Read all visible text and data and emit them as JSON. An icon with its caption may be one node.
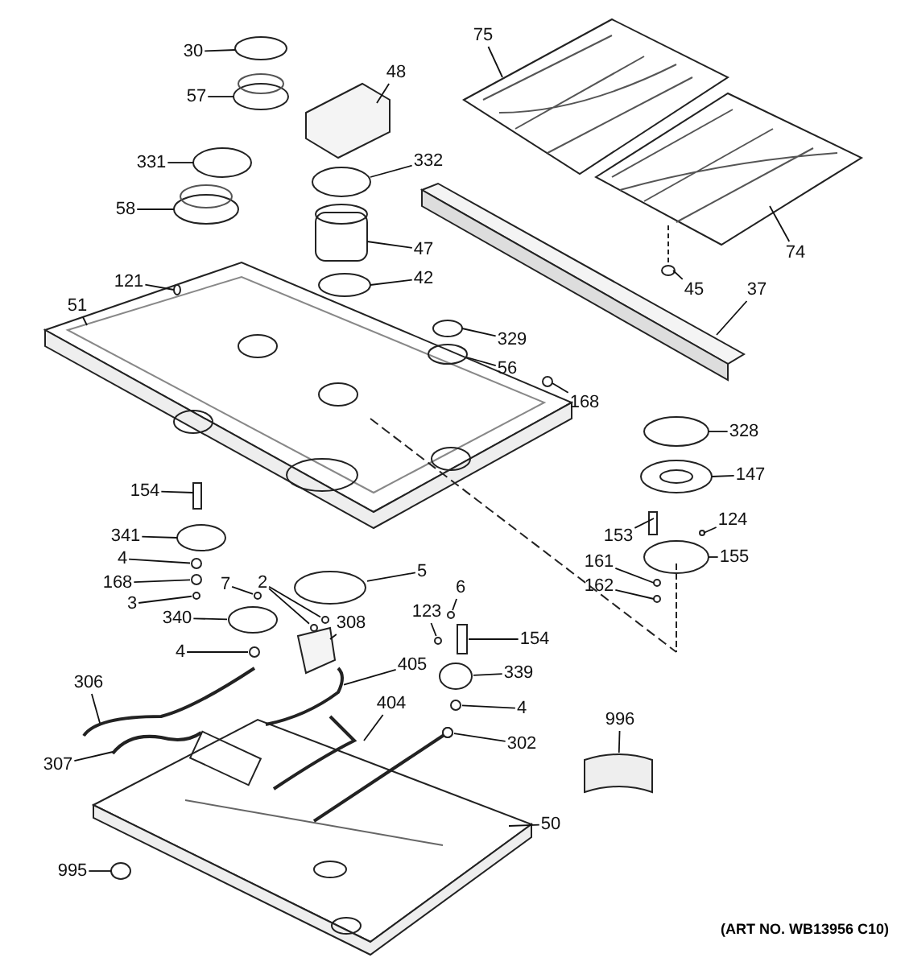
{
  "diagram": {
    "nodes": [
      {
        "text": [
          "30"
        ]
      },
      {
        "text": [
          "57"
        ]
      },
      {
        "text": [
          "48"
        ]
      },
      {
        "text": [
          "331"
        ]
      },
      {
        "text": [
          "332"
        ]
      },
      {
        "text": [
          "58"
        ]
      },
      {
        "text": [
          "47"
        ]
      },
      {
        "text": [
          "42"
        ]
      },
      {
        "text": [
          "121"
        ]
      },
      {
        "text": [
          "51"
        ]
      },
      {
        "text": [
          "75"
        ]
      },
      {
        "text": [
          "74"
        ]
      },
      {
        "text": [
          "45"
        ]
      },
      {
        "text": [
          "37"
        ]
      },
      {
        "text": [
          "329"
        ]
      },
      {
        "text": [
          "56"
        ]
      },
      {
        "text": [
          "168"
        ]
      },
      {
        "text": [
          "328"
        ]
      },
      {
        "text": [
          "147"
        ]
      },
      {
        "text": [
          "154"
        ]
      },
      {
        "text": [
          "341"
        ]
      },
      {
        "text": [
          "4"
        ]
      },
      {
        "text": [
          "168"
        ]
      },
      {
        "text": [
          "3"
        ]
      },
      {
        "text": [
          "7"
        ]
      },
      {
        "text": [
          "2"
        ]
      },
      {
        "text": [
          "340"
        ]
      },
      {
        "text": [
          "308"
        ]
      },
      {
        "text": [
          "4"
        ]
      },
      {
        "text": [
          "5"
        ]
      },
      {
        "text": [
          "405"
        ]
      },
      {
        "text": [
          "404"
        ]
      },
      {
        "text": [
          "306"
        ]
      },
      {
        "text": [
          "307"
        ]
      },
      {
        "text": [
          "995"
        ]
      },
      {
        "text": [
          "50"
        ]
      },
      {
        "text": [
          "123"
        ]
      },
      {
        "text": [
          "6"
        ]
      },
      {
        "text": [
          "154"
        ]
      },
      {
        "text": [
          "339"
        ]
      },
      {
        "text": [
          "4"
        ]
      },
      {
        "text": [
          "302"
        ]
      },
      {
        "text": [
          "996"
        ]
      },
      {
        "text": [
          "153"
        ]
      },
      {
        "text": [
          "124"
        ]
      },
      {
        "text": [
          "155"
        ]
      },
      {
        "text": [
          "161"
        ]
      },
      {
        "text": [
          "162"
        ]
      },
      {
        "text": [],
        "shape": "circle"
      },
      {
        "text": [],
        "shape": "circle"
      },
      {
        "text": [],
        "shape": "circle"
      },
      {
        "text": [],
        "shape": "circle"
      },
      {
        "text": [],
        "shape": "circle"
      },
      {
        "text": [],
        "shape": "circle"
      },
      {
        "text": [],
        "shape": "circle"
      },
      {
        "text": [],
        "shape": "circle"
      },
      {
        "text": [],
        "shape": "tube"
      },
      {
        "text": [],
        "shape": "circle"
      },
      {
        "text": [],
        "shape": "circle"
      },
      {
        "text": [],
        "shape": "cylinder"
      },
      {
        "text": [],
        "shape": "circle"
      },
      {
        "text": [],
        "shape": "circle"
      },
      {
        "text": [],
        "shape": "circle"
      },
      {
        "text": [],
        "shape": "bar"
      },
      {
        "text": [],
        "shape": "circle"
      }
    ],
    "edges": [
      {
        "from": 0,
        "to": null,
        "arrow": "none"
      },
      {
        "from": 1,
        "to": null,
        "arrow": "none"
      },
      {
        "from": 2,
        "to": null,
        "arrow": "none"
      },
      {
        "from": 3,
        "to": null,
        "arrow": "none"
      },
      {
        "from": 4,
        "to": null,
        "arrow": "none"
      },
      {
        "from": 5,
        "to": null,
        "arrow": "none"
      },
      {
        "from": 6,
        "to": null,
        "arrow": "none"
      },
      {
        "from": 7,
        "to": null,
        "arrow": "none"
      },
      {
        "from": 8,
        "to": null,
        "arrow": "none"
      },
      {
        "from": 9,
        "to": null,
        "arrow": "none"
      },
      {
        "from": 10,
        "to": null,
        "arrow": "none"
      },
      {
        "from": 11,
        "to": null,
        "arrow": "none"
      },
      {
        "from": 12,
        "to": null,
        "arrow": "none"
      },
      {
        "from": 13,
        "to": null,
        "arrow": "none"
      },
      {
        "from": 14,
        "to": null,
        "arrow": "none"
      },
      {
        "from": 15,
        "to": null,
        "arrow": "none"
      },
      {
        "from": 16,
        "to": null,
        "arrow": "none"
      },
      {
        "from": 17,
        "to": null,
        "arrow": "none"
      },
      {
        "from": 18,
        "to": null,
        "arrow": "none"
      },
      {
        "from": 19,
        "to": null,
        "arrow": "none"
      },
      {
        "from": 20,
        "to": null,
        "arrow": "none"
      },
      {
        "from": 21,
        "to": 48,
        "arrow": "none"
      },
      {
        "from": 22,
        "to": 49,
        "arrow": "none"
      },
      {
        "from": 23,
        "to": 50,
        "arrow": "none"
      },
      {
        "from": 24,
        "to": 51,
        "arrow": "none"
      },
      {
        "from": 25,
        "to": 52,
        "arrow": "none"
      },
      {
        "from": 25,
        "to": 53,
        "arrow": "none"
      },
      {
        "from": 26,
        "to": 54,
        "arrow": "none"
      },
      {
        "from": 27,
        "to": null,
        "arrow": "none"
      },
      {
        "from": 28,
        "to": 61,
        "arrow": "none"
      },
      {
        "from": 29,
        "to": 55,
        "arrow": "none"
      },
      {
        "from": 30,
        "to": 56,
        "arrow": "none"
      },
      {
        "from": 31,
        "to": null,
        "arrow": "none"
      },
      {
        "from": 32,
        "to": null,
        "arrow": "none"
      },
      {
        "from": 33,
        "to": null,
        "arrow": "none"
      },
      {
        "from": 34,
        "to": null,
        "arrow": "none"
      },
      {
        "from": 35,
        "to": null,
        "arrow": "none"
      },
      {
        "from": 36,
        "to": 57,
        "arrow": "none"
      },
      {
        "from": 37,
        "to": 58,
        "arrow": "none"
      },
      {
        "from": 38,
        "to": 59,
        "arrow": "none"
      },
      {
        "from": 39,
        "to": 60,
        "arrow": "none"
      },
      {
        "from": 40,
        "to": 62,
        "arrow": "none"
      },
      {
        "from": 41,
        "to": 64,
        "arrow": "none"
      },
      {
        "from": 42,
        "to": 63,
        "arrow": "none"
      },
      {
        "from": 43,
        "to": null,
        "arrow": "none"
      },
      {
        "from": 44,
        "to": null,
        "arrow": "none"
      },
      {
        "from": 45,
        "to": null,
        "arrow": "none"
      },
      {
        "from": 46,
        "to": null,
        "arrow": "none"
      },
      {
        "from": 47,
        "to": null,
        "arrow": "none"
      }
    ],
    "labels": [
      "(ART NO. WB13956 C10)"
    ]
  }
}
